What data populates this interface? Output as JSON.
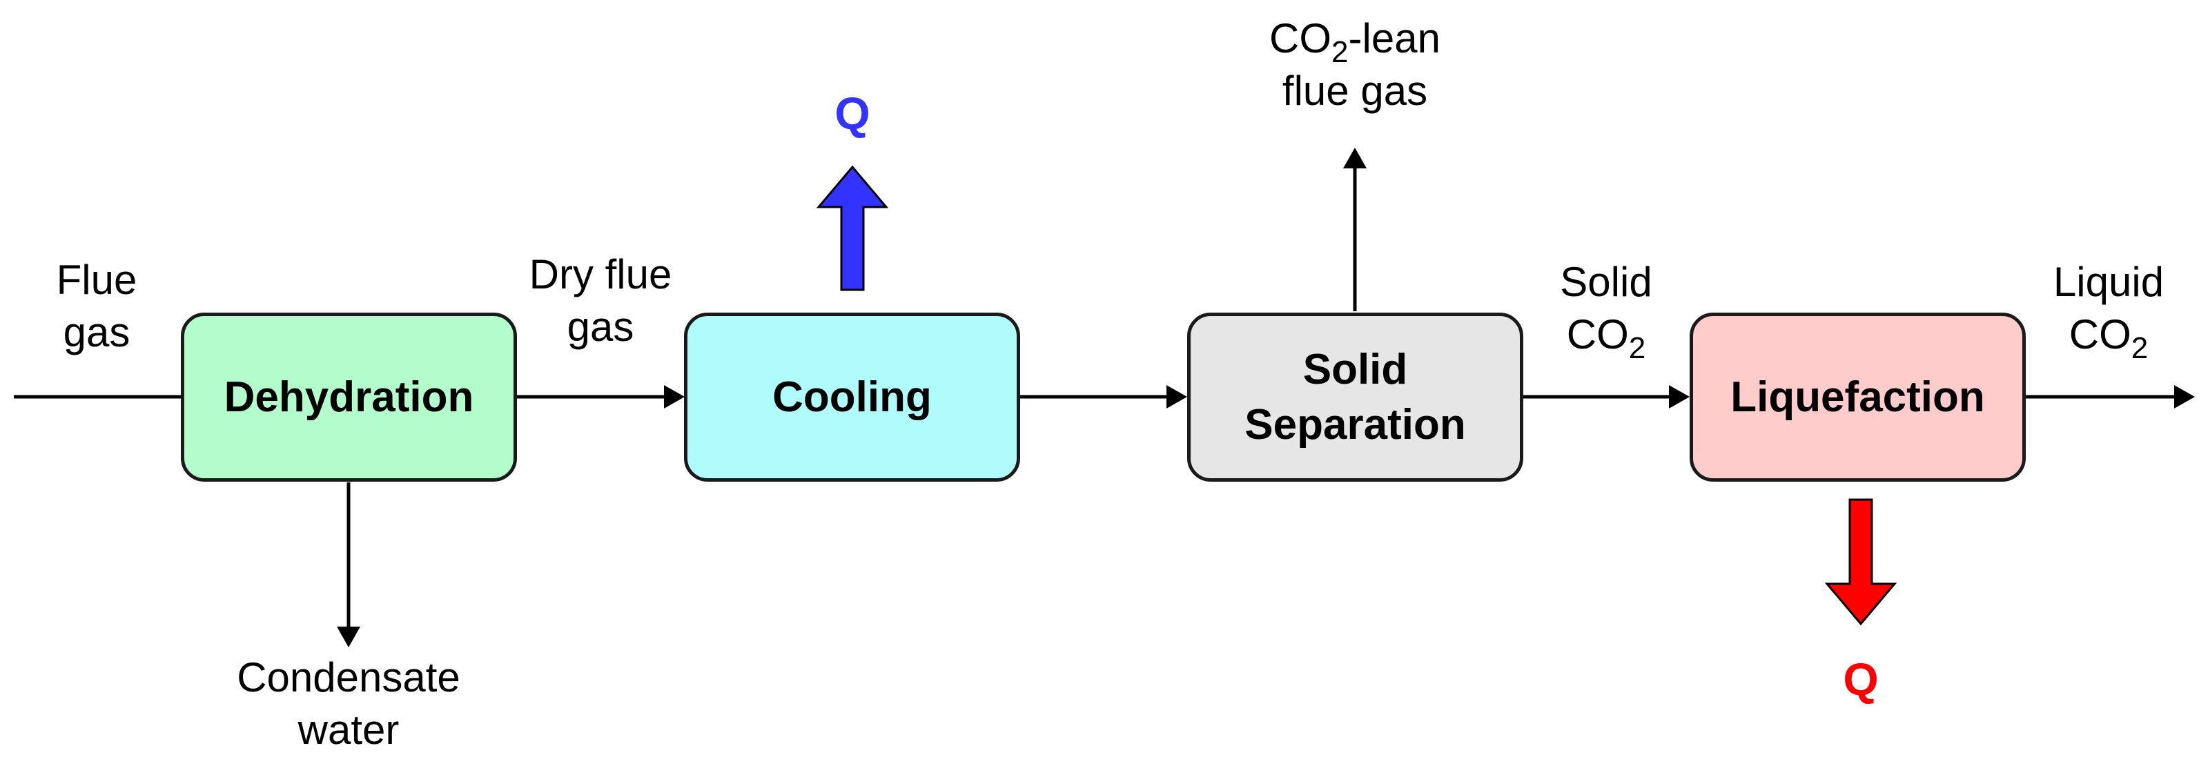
{
  "boxes": {
    "dehydration": {
      "label": "Dehydration",
      "fill": "#b3fccb"
    },
    "cooling": {
      "label": "Cooling",
      "fill": "#b0fcfc"
    },
    "solid_separation": {
      "line1": "Solid",
      "line2": "Separation",
      "fill": "#e6e6e6"
    },
    "liquefaction": {
      "label": "Liquefaction",
      "fill": "#ffcccc"
    }
  },
  "streams": {
    "flue_gas": {
      "line1": "Flue",
      "line2": "gas"
    },
    "dry_flue_gas": {
      "line1": "Dry flue",
      "line2": "gas"
    },
    "condensate_water": {
      "line1": "Condensate",
      "line2": "water"
    },
    "co2_lean_flue_gas": {
      "line1_main": "CO",
      "line1_sub": "2",
      "line1_rest": "-lean",
      "line2": "flue gas"
    },
    "solid_co2": {
      "line1": "Solid",
      "line2_main": "CO",
      "line2_sub": "2"
    },
    "liquid_co2": {
      "line1": "Liquid",
      "line2_main": "CO",
      "line2_sub": "2"
    }
  },
  "heat": {
    "cooling_q": {
      "label": "Q",
      "color": "#3333ff"
    },
    "liquefaction_q": {
      "label": "Q",
      "color": "#ff0000"
    }
  }
}
